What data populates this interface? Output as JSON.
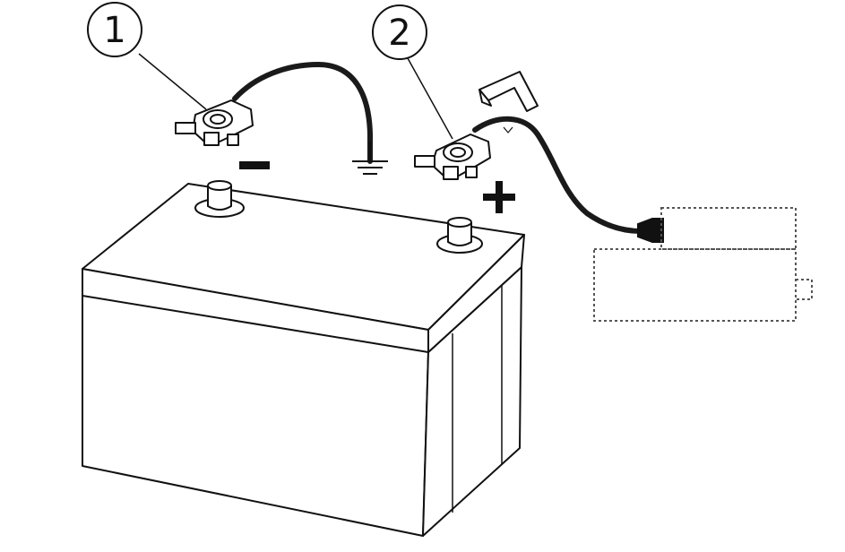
{
  "callouts": [
    {
      "label": "1",
      "part": "negative-terminal-clamp"
    },
    {
      "label": "2",
      "part": "positive-terminal-clamp"
    }
  ],
  "polarity": {
    "negative": "−",
    "positive": "+"
  },
  "colors": {
    "ink": "#111111",
    "paper": "#ffffff",
    "cable": "#1a1a1a",
    "dashed_outline": "#555555"
  },
  "icons": [
    "ground-symbol-icon",
    "terminal-clamp-icon",
    "battery-icon",
    "charger-icon",
    "cable-plug-icon"
  ]
}
